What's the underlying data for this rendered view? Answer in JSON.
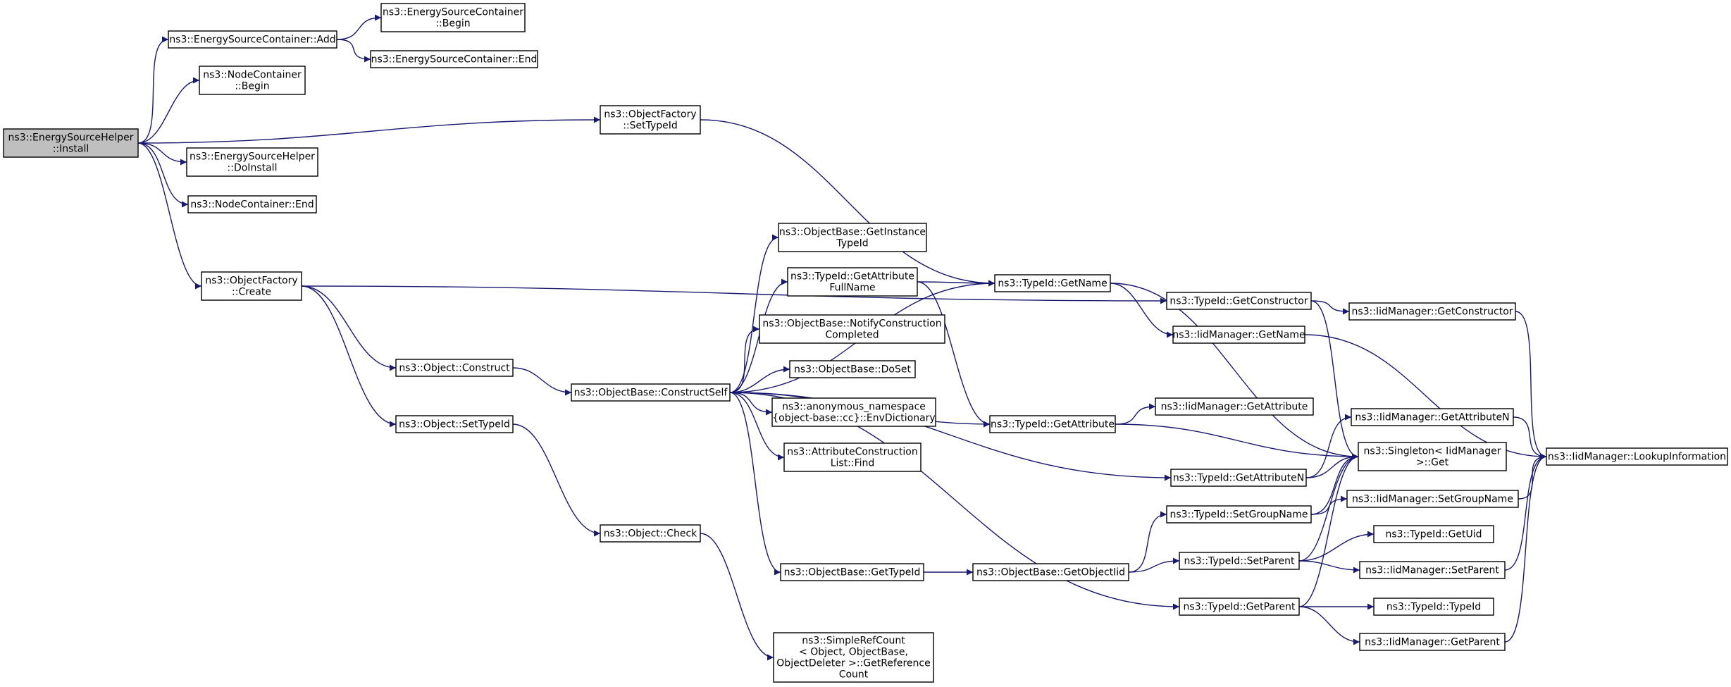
{
  "diagram": {
    "edge_color": "#191970",
    "root_fill": "#bfbfbf",
    "nodes": [
      {
        "id": "install",
        "lines": [
          "ns3::EnergySourceHelper",
          "::Install"
        ],
        "root": true
      },
      {
        "id": "esc_add",
        "lines": [
          "ns3::EnergySourceContainer::Add"
        ]
      },
      {
        "id": "esc_begin",
        "lines": [
          "ns3::EnergySourceContainer",
          "::Begin"
        ]
      },
      {
        "id": "esc_end",
        "lines": [
          "ns3::EnergySourceContainer::End"
        ]
      },
      {
        "id": "nc_begin",
        "lines": [
          "ns3::NodeContainer",
          "::Begin"
        ]
      },
      {
        "id": "esh_doinstall",
        "lines": [
          "ns3::EnergySourceHelper",
          "::DoInstall"
        ]
      },
      {
        "id": "nc_end",
        "lines": [
          "ns3::NodeContainer::End"
        ]
      },
      {
        "id": "of_settypeid",
        "lines": [
          "ns3::ObjectFactory",
          "::SetTypeId"
        ]
      },
      {
        "id": "of_create",
        "lines": [
          "ns3::ObjectFactory",
          "::Create"
        ]
      },
      {
        "id": "obj_construct",
        "lines": [
          "ns3::Object::Construct"
        ]
      },
      {
        "id": "obj_settypeid",
        "lines": [
          "ns3::Object::SetTypeId"
        ]
      },
      {
        "id": "ob_constructself",
        "lines": [
          "ns3::ObjectBase::ConstructSelf"
        ]
      },
      {
        "id": "obj_check",
        "lines": [
          "ns3::Object::Check"
        ]
      },
      {
        "id": "srefc",
        "lines": [
          "ns3::SimpleRefCount",
          "< Object, ObjectBase,",
          "ObjectDeleter >::GetReference",
          "Count"
        ]
      },
      {
        "id": "ob_getinstancetypeid",
        "lines": [
          "ns3::ObjectBase::GetInstance",
          "TypeId"
        ]
      },
      {
        "id": "tid_getattrfullname",
        "lines": [
          "ns3::TypeId::GetAttribute",
          "FullName"
        ]
      },
      {
        "id": "ob_notify",
        "lines": [
          "ns3::ObjectBase::NotifyConstruction",
          "Completed"
        ]
      },
      {
        "id": "ob_doset",
        "lines": [
          "ns3::ObjectBase::DoSet"
        ]
      },
      {
        "id": "anon_envdict",
        "lines": [
          "ns3::anonymous_namespace",
          "{object-base::cc}::EnvDictionary"
        ]
      },
      {
        "id": "acl_find",
        "lines": [
          "ns3::AttributeConstruction",
          "List::Find"
        ]
      },
      {
        "id": "ob_gettypeid",
        "lines": [
          "ns3::ObjectBase::GetTypeId"
        ]
      },
      {
        "id": "ob_getobjectiid",
        "lines": [
          "ns3::ObjectBase::GetObjectIid"
        ]
      },
      {
        "id": "tid_getname",
        "lines": [
          "ns3::TypeId::GetName"
        ]
      },
      {
        "id": "tid_getattribute",
        "lines": [
          "ns3::TypeId::GetAttribute"
        ]
      },
      {
        "id": "tid_getconstructor",
        "lines": [
          "ns3::TypeId::GetConstructor"
        ]
      },
      {
        "id": "iid_getname",
        "lines": [
          "ns3::IidManager::GetName"
        ]
      },
      {
        "id": "iid_getattribute",
        "lines": [
          "ns3::IidManager::GetAttribute"
        ]
      },
      {
        "id": "tid_getattributen",
        "lines": [
          "ns3::TypeId::GetAttributeN"
        ]
      },
      {
        "id": "tid_setgroupname",
        "lines": [
          "ns3::TypeId::SetGroupName"
        ]
      },
      {
        "id": "tid_setparent",
        "lines": [
          "ns3::TypeId::SetParent"
        ]
      },
      {
        "id": "tid_getparent",
        "lines": [
          "ns3::TypeId::GetParent"
        ]
      },
      {
        "id": "singleton_get",
        "lines": [
          "ns3::Singleton< IidManager",
          ">::Get"
        ]
      },
      {
        "id": "iid_getconstructor",
        "lines": [
          "ns3::IidManager::GetConstructor"
        ]
      },
      {
        "id": "iid_getattributen",
        "lines": [
          "ns3::IidManager::GetAttributeN"
        ]
      },
      {
        "id": "iid_setgroupname",
        "lines": [
          "ns3::IidManager::SetGroupName"
        ]
      },
      {
        "id": "tid_getuid",
        "lines": [
          "ns3::TypeId::GetUid"
        ]
      },
      {
        "id": "iid_setparent",
        "lines": [
          "ns3::IidManager::SetParent"
        ]
      },
      {
        "id": "tid_typeid",
        "lines": [
          "ns3::TypeId::TypeId"
        ]
      },
      {
        "id": "iid_getparent",
        "lines": [
          "ns3::IidManager::GetParent"
        ]
      },
      {
        "id": "iid_lookup",
        "lines": [
          "ns3::IidManager::LookupInformation"
        ]
      }
    ],
    "edges": [
      [
        "install",
        "esc_add"
      ],
      [
        "install",
        "nc_begin"
      ],
      [
        "install",
        "of_settypeid"
      ],
      [
        "install",
        "esh_doinstall"
      ],
      [
        "install",
        "nc_end"
      ],
      [
        "install",
        "of_create"
      ],
      [
        "esc_add",
        "esc_begin"
      ],
      [
        "esc_add",
        "esc_end"
      ],
      [
        "of_settypeid",
        "tid_getname"
      ],
      [
        "of_create",
        "tid_getconstructor"
      ],
      [
        "of_create",
        "obj_construct"
      ],
      [
        "of_create",
        "obj_settypeid"
      ],
      [
        "obj_construct",
        "ob_constructself"
      ],
      [
        "obj_settypeid",
        "obj_check"
      ],
      [
        "obj_check",
        "srefc"
      ],
      [
        "ob_constructself",
        "tid_getname"
      ],
      [
        "ob_constructself",
        "ob_getinstancetypeid"
      ],
      [
        "ob_constructself",
        "tid_getattrfullname"
      ],
      [
        "ob_constructself",
        "ob_notify"
      ],
      [
        "ob_constructself",
        "ob_doset"
      ],
      [
        "ob_constructself",
        "anon_envdict"
      ],
      [
        "ob_constructself",
        "acl_find"
      ],
      [
        "ob_constructself",
        "tid_getattribute"
      ],
      [
        "ob_constructself",
        "tid_getattributen"
      ],
      [
        "ob_constructself",
        "ob_gettypeid"
      ],
      [
        "ob_constructself",
        "tid_getparent"
      ],
      [
        "tid_getattrfullname",
        "tid_getname"
      ],
      [
        "tid_getattrfullname",
        "tid_getattribute"
      ],
      [
        "ob_gettypeid",
        "ob_getobjectiid"
      ],
      [
        "ob_getobjectiid",
        "tid_setgroupname"
      ],
      [
        "ob_getobjectiid",
        "tid_setparent"
      ],
      [
        "tid_getname",
        "iid_getname"
      ],
      [
        "tid_getname",
        "singleton_get"
      ],
      [
        "tid_getconstructor",
        "iid_getconstructor"
      ],
      [
        "tid_getconstructor",
        "singleton_get"
      ],
      [
        "iid_getname",
        "iid_lookup"
      ],
      [
        "tid_getattribute",
        "iid_getattribute"
      ],
      [
        "tid_getattribute",
        "singleton_get"
      ],
      [
        "tid_getattributen",
        "iid_getattributen"
      ],
      [
        "tid_getattributen",
        "singleton_get"
      ],
      [
        "tid_setgroupname",
        "iid_setgroupname"
      ],
      [
        "tid_setgroupname",
        "singleton_get"
      ],
      [
        "tid_setparent",
        "tid_getuid"
      ],
      [
        "tid_setparent",
        "iid_setparent"
      ],
      [
        "tid_setparent",
        "singleton_get"
      ],
      [
        "tid_getparent",
        "tid_typeid"
      ],
      [
        "tid_getparent",
        "iid_getparent"
      ],
      [
        "tid_getparent",
        "singleton_get"
      ],
      [
        "iid_getconstructor",
        "iid_lookup"
      ],
      [
        "iid_getattributen",
        "iid_lookup"
      ],
      [
        "iid_setgroupname",
        "iid_lookup"
      ],
      [
        "iid_setparent",
        "iid_lookup"
      ],
      [
        "iid_getparent",
        "iid_lookup"
      ]
    ]
  }
}
